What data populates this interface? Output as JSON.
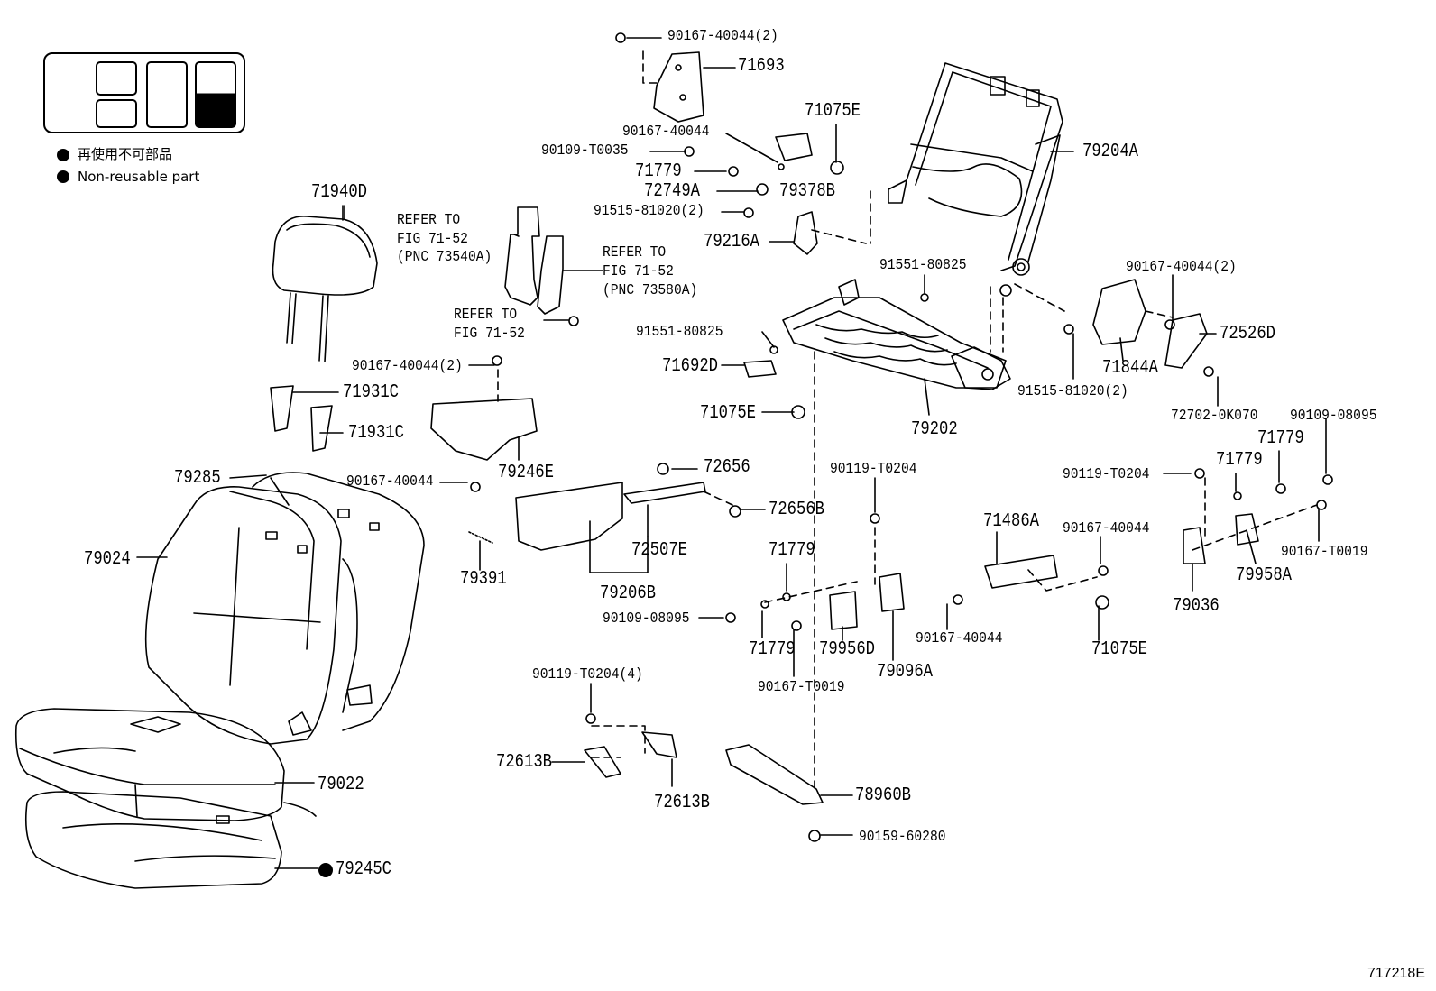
{
  "legend": {
    "jp_text": "再使用不可部品",
    "en_text": "Non-reusable part"
  },
  "footer_code": "717218E",
  "labels": {
    "p90167_40044_2_top": "90167-40044(2)",
    "p71693": "71693",
    "p71075E_top": "71075E",
    "p90167_40044_a": "90167-40044",
    "p90109_T0035": "90109-T0035",
    "p71779_a": "71779",
    "p72749A": "72749A",
    "p79378B": "79378B",
    "p91515_81020_2_a": "91515-81020(2)",
    "p79216A": "79216A",
    "p79204A": "79204A",
    "p71940D": "71940D",
    "refer_a1": "REFER TO",
    "refer_a2": "FIG 71-52",
    "refer_a3": "(PNC 73540A)",
    "refer_b1": "REFER TO",
    "refer_b2": "FIG 71-52",
    "refer_b3": "(PNC 73580A)",
    "refer_c1": "REFER TO",
    "refer_c2": "FIG 71-52",
    "p91551_80825_a": "91551-80825",
    "p91551_80825_b": "91551-80825",
    "p90167_40044_2_r": "90167-40044(2)",
    "p72526D": "72526D",
    "p71844A": "71844A",
    "p91515_81020_2_b": "91515-81020(2)",
    "p72702_0K070": "72702-0K070",
    "p90109_08095_r": "90109-08095",
    "p71692D": "71692D",
    "p71075E_mid": "71075E",
    "p79202": "79202",
    "p90167_40044_2_l": "90167-40044(2)",
    "p71931C_a": "71931C",
    "p71931C_b": "71931C",
    "p79246E": "79246E",
    "p90167_40044_b": "90167-40044",
    "p72656": "72656",
    "p72656B": "72656B",
    "p72507E": "72507E",
    "p79206B": "79206B",
    "p90119_T0204_a": "90119-T0204",
    "p90119_T0204_b": "90119-T0204",
    "p71779_r1": "71779",
    "p71779_r2": "71779",
    "p90167_T0019_r": "90167-T0019",
    "p79958A": "79958A",
    "p79036": "79036",
    "p79285": "79285",
    "p79024": "79024",
    "p79391": "79391",
    "p71779_m1": "71779",
    "p90109_08095_m": "90109-08095",
    "p71779_m2": "71779",
    "p79956D": "79956D",
    "p90167_T0019_m": "90167-T0019",
    "p79096A": "79096A",
    "p71486A": "71486A",
    "p90167_40044_c": "90167-40044",
    "p90167_40044_d": "90167-40044",
    "p71075E_r": "71075E",
    "p90119_T0204_4": "90119-T0204(4)",
    "p72613B_a": "72613B",
    "p72613B_b": "72613B",
    "p78960B": "78960B",
    "p90159_60280": "90159-60280",
    "p79022": "79022",
    "p79245C": "79245C"
  }
}
